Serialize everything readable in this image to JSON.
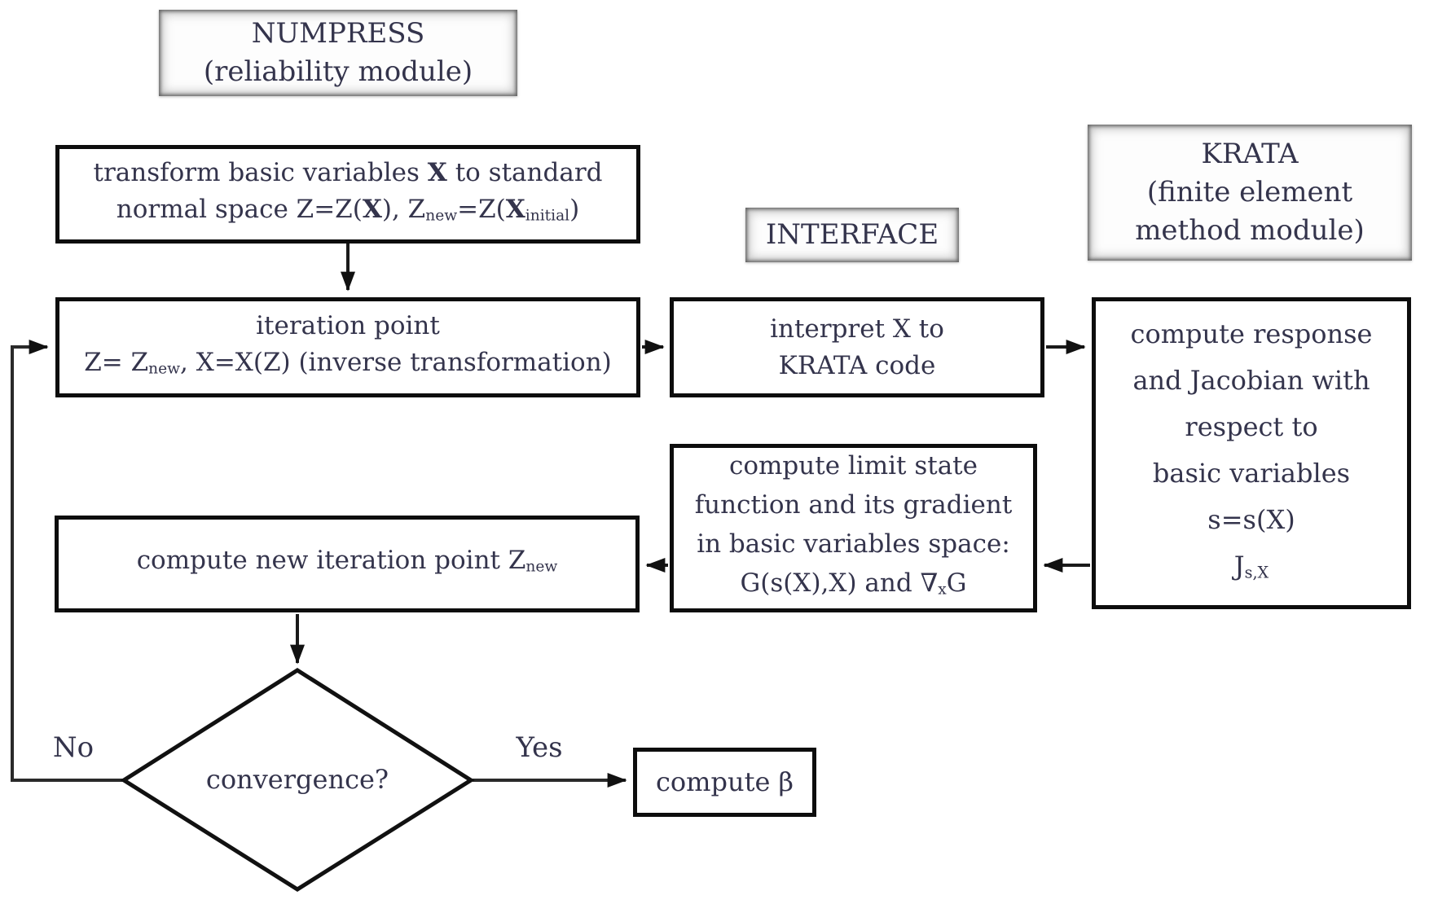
{
  "modules": {
    "numpress": {
      "lines": [
        "NUMPRESS",
        "(reliability module)"
      ]
    },
    "interface": {
      "lines": [
        "INTERFACE"
      ]
    },
    "krata": {
      "lines": [
        "KRATA",
        "(finite element",
        "method module)"
      ]
    }
  },
  "nodes": {
    "transform": {
      "lines": [
        [
          {
            "t": "transform basic variables "
          },
          {
            "t": "X",
            "s": "b"
          },
          {
            "t": " to standard"
          }
        ],
        [
          {
            "t": "normal space Z=Z("
          },
          {
            "t": "X",
            "s": "b"
          },
          {
            "t": "), Z"
          },
          {
            "t": "new",
            "s": "sub"
          },
          {
            "t": "=Z("
          },
          {
            "t": "X",
            "s": "b"
          },
          {
            "t": "initial",
            "s": "sub"
          },
          {
            "t": ")"
          }
        ]
      ]
    },
    "iteration": {
      "lines": [
        "iteration point",
        [
          {
            "t": "Z= Z"
          },
          {
            "t": "new",
            "s": "sub"
          },
          {
            "t": ", X=X(Z) (inverse transformation)"
          }
        ]
      ]
    },
    "interpret": {
      "lines": [
        "interpret X to",
        "KRATA code"
      ]
    },
    "krata_compute": {
      "lines": [
        "compute response",
        "and Jacobian with",
        "respect to",
        "basic variables",
        "s=s(X)",
        [
          {
            "t": "J"
          },
          {
            "t": "s,X",
            "s": "sub"
          }
        ]
      ]
    },
    "limit_state": {
      "lines": [
        "compute limit state",
        "function and its gradient",
        "in basic variables space:",
        [
          {
            "t": "G(s(X),X) and "
          },
          {
            "t": "∇"
          },
          {
            "t": "x",
            "s": "sub"
          },
          {
            "t": "G"
          }
        ]
      ]
    },
    "new_point": {
      "lines": [
        [
          {
            "t": "compute new iteration point Z"
          },
          {
            "t": "new",
            "s": "sub"
          }
        ]
      ]
    },
    "convergence": {
      "label": "convergence?"
    },
    "beta": {
      "label": "compute β"
    }
  },
  "edge_labels": {
    "no": "No",
    "yes": "Yes"
  },
  "colors": {
    "box_border": "#0d0d0d",
    "connector": "#1a1a1a",
    "text": "#34344c",
    "background": "#ffffff",
    "header_glow": "#8a8a8a"
  }
}
